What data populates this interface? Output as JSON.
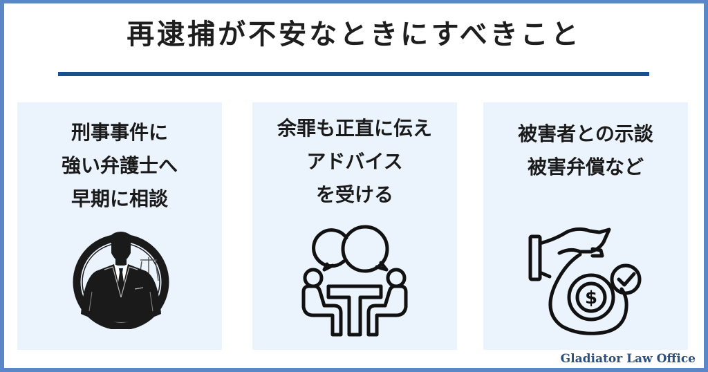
{
  "header": {
    "title": "再逮捕が不安なときにすべきこと"
  },
  "colors": {
    "frame_border": "#5b87c6",
    "title_rule": "#1d4f8c",
    "panel_bg": "#ebf3fd",
    "text": "#1a1a1a",
    "brand": "#2c4f7e"
  },
  "panels": [
    {
      "lines": [
        "刑事事件に",
        "強い弁護士へ",
        "早期に相談"
      ],
      "icon": "lawyer-in-circle-icon"
    },
    {
      "lines": [
        "余罪も正直に伝え",
        "アドバイス",
        "を受ける"
      ],
      "icon": "consultation-meeting-icon"
    },
    {
      "lines": [
        "被害者との示談",
        "被害弁償など"
      ],
      "icon": "hand-money-bag-check-icon"
    }
  ],
  "footer": {
    "brand": "Gladiator Law Office"
  }
}
